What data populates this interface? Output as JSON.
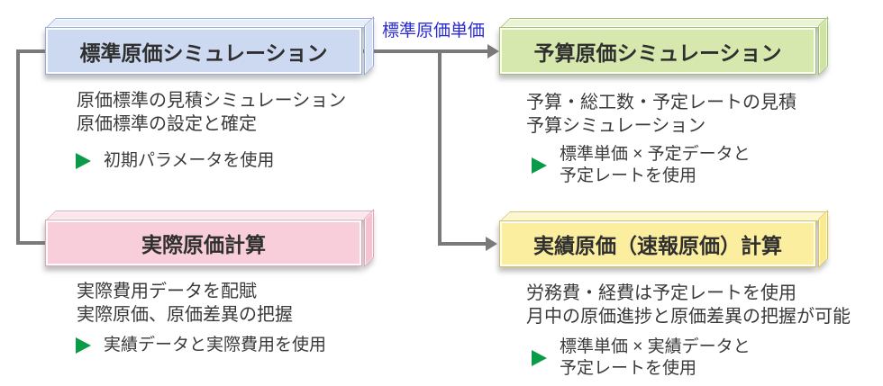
{
  "diagram": {
    "edge_label": "標準原価単価",
    "nodes": [
      {
        "id": "standard-cost-simulation",
        "title": "標準原価シミュレーション",
        "color": "#ccd9f0",
        "desc_lines": [
          "原価標準の見積シミュレーション",
          "原価標準の設定と確定"
        ],
        "bullet_lines": [
          "初期パラメータを使用"
        ]
      },
      {
        "id": "budget-cost-simulation",
        "title": "予算原価シミュレーション",
        "color": "#d6e8ae",
        "desc_lines": [
          "予算・総工数・予定レートの見積",
          "予算シミュレーション"
        ],
        "bullet_lines": [
          "標準単価 × 予定データと",
          "予定レートを使用"
        ]
      },
      {
        "id": "actual-cost-calculation",
        "title": "実際原価計算",
        "color": "#f7ced9",
        "desc_lines": [
          "実際費用データを配賦",
          "実際原価、原価差異の把握"
        ],
        "bullet_lines": [
          "実績データと実際費用を使用"
        ]
      },
      {
        "id": "flash-cost-calculation",
        "title": "実績原価（速報原価）計算",
        "color": "#fcee9f",
        "desc_lines": [
          "労務費・経費は予定レートを使用",
          "月中の原価進捗と原価差異の把握が可能"
        ],
        "bullet_lines": [
          "標準単価 × 実績データと",
          "予定レートを使用"
        ]
      }
    ],
    "colors": {
      "connector_gray": "#7a7a7a",
      "edge_label_blue": "#2b2bd0",
      "bullet_green": "#0a9b48",
      "text_dark": "#3a3a3a"
    }
  }
}
